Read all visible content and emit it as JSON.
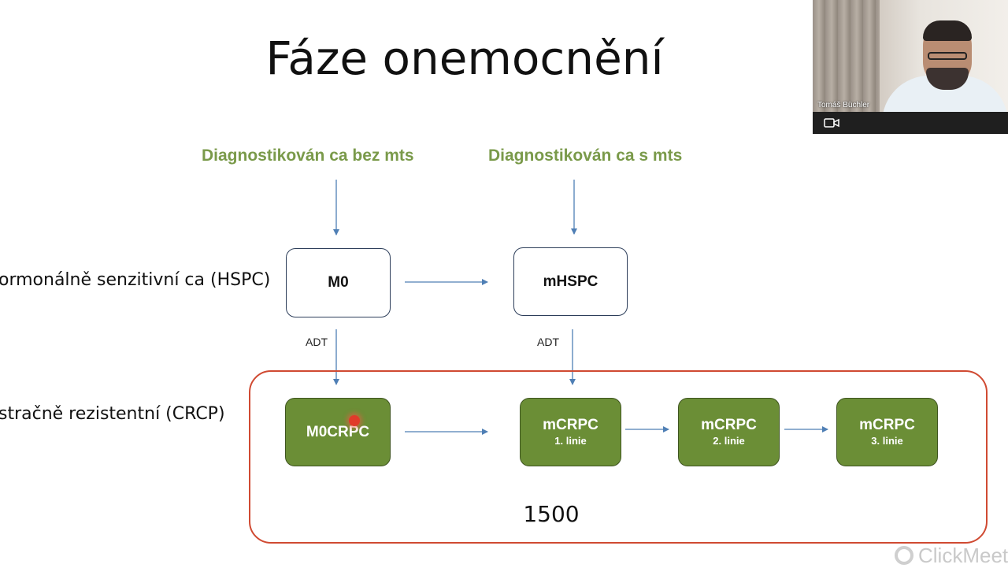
{
  "slide": {
    "title": "Fáze onemocnění",
    "headings": {
      "no_mts": "Diagnostikován ca bez mts",
      "with_mts": "Diagnostikován ca s mts"
    },
    "row_labels": {
      "hspc": "ormonálně senzitivní ca (HSPC)",
      "crpc": "stračně rezistentní (CRCP)"
    },
    "boxes": {
      "m0": "M0",
      "mhspc": "mHSPC",
      "m0crpc": "M0CRPC",
      "mcrpc_1": {
        "main": "mCRPC",
        "sub": "1. linie"
      },
      "mcrpc_2": {
        "main": "mCRPC",
        "sub": "2. linie"
      },
      "mcrpc_3": {
        "main": "mCRPC",
        "sub": "3. linie"
      }
    },
    "adt_left": "ADT",
    "adt_right": "ADT",
    "count": "1500",
    "colors": {
      "heading_green": "#7a9a4a",
      "box_green": "#6b8e36",
      "frame_red": "#d04a32",
      "arrow_blue": "#4f7fb5"
    }
  },
  "webcam": {
    "participant_name": "Tomáš Büchler",
    "camera_icon": "video-camera-icon"
  },
  "watermark": {
    "brand": "ClickMeet"
  }
}
